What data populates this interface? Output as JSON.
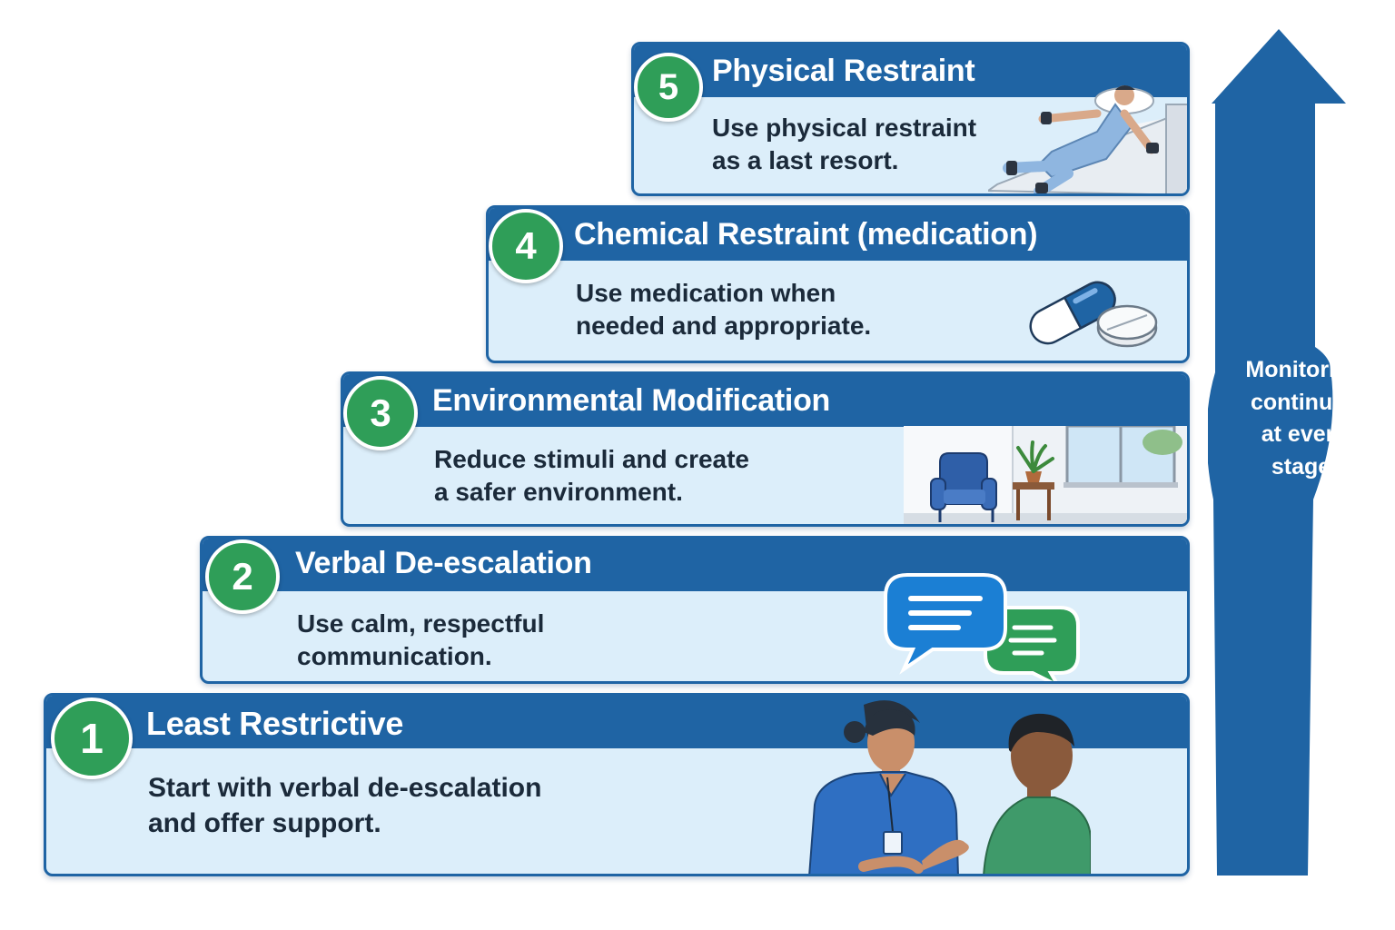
{
  "steps": [
    {
      "number": "1",
      "title": "Least Restrictive",
      "description": "Start with verbal de-escalation\nand offer support.",
      "illustration": "nurse-patient-conversation"
    },
    {
      "number": "2",
      "title": "Verbal De-escalation",
      "description": "Use calm, respectful\ncommunication.",
      "illustration": "speech-bubbles"
    },
    {
      "number": "3",
      "title": "Environmental Modification",
      "description": "Reduce stimuli and create\na safer environment.",
      "illustration": "calm-room"
    },
    {
      "number": "4",
      "title": "Chemical Restraint (medication)",
      "description": "Use medication when\nneeded and appropriate.",
      "illustration": "capsule-and-tablet"
    },
    {
      "number": "5",
      "title": "Physical Restraint",
      "description": "Use physical restraint\nas a last resort.",
      "illustration": "restrained-patient-bed"
    }
  ],
  "arrow": {
    "label": "Monitoring\ncontinues\nat every\nstage."
  },
  "colors": {
    "primary_blue": "#1f64a4",
    "badge_green": "#2f9e58",
    "panel_fill": "#dceefa",
    "text_dark": "#1b2a3a"
  }
}
